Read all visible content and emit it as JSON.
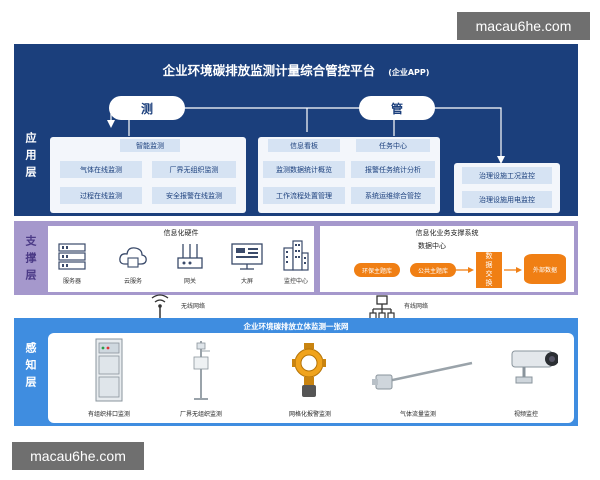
{
  "watermark": "macau6he.com",
  "app_layer": {
    "label": "应用层",
    "title": "企业环境碳排放监测计量综合管控平台",
    "subtitle": "(企业APP)",
    "pill_left": "测",
    "pill_right": "管",
    "left_panel": {
      "header": "智能监测",
      "cells": [
        "气体在线监测",
        "厂界无组织监测",
        "过程在线监测",
        "安全报警在线监测"
      ]
    },
    "mid_panel": {
      "header_left": "信息看板",
      "header_right": "任务中心",
      "cells": [
        "监测数据统计概览",
        "报警任务统计分析",
        "工作流程处置管理",
        "系统运维综合管控"
      ]
    },
    "right_panel": {
      "cells": [
        "治理设施工况监控",
        "治理设施用电监控"
      ]
    }
  },
  "support_layer": {
    "label": "支撑层",
    "hardware_title": "信息化硬件",
    "hardware_items": [
      "服务器",
      "云服务",
      "网关",
      "大屏",
      "监控中心"
    ],
    "business_title": "信息化业务支撑系统",
    "data_center": "数据中心",
    "db_left": "环保主题库",
    "db_right": "公共主题库",
    "exchange": "数据交换",
    "external": "外部数据",
    "wireless": "无线网络",
    "wired": "有线网络"
  },
  "perception_layer": {
    "label": "感知层",
    "banner": "企业环境碳排放立体监测一张网",
    "devices": [
      "有组织排口监测",
      "厂界无组织监测",
      "网格化报警监测",
      "气体流量监测",
      "视频监控"
    ]
  },
  "colors": {
    "app_bg": "#1b3f7c",
    "support_bg": "#a598cc",
    "perception_bg": "#3f8de0",
    "accent": "#f07f14"
  }
}
